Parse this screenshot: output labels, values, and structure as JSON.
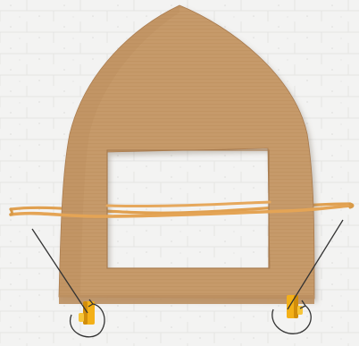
{
  "scene": {
    "description_free": true,
    "colors": {
      "background": "#f2f2f1",
      "wall_texture": "#e3e3e2",
      "cardboard": "#c69a6a",
      "cardboard_dark": "#b5875a",
      "cardboard_edge": "#a87a4e",
      "string": "#e3a454",
      "string_dark": "#c9853a",
      "pegs": "#f3b018",
      "pegs_dark": "#d18d0b",
      "annotation_lines": "#333333"
    },
    "icons": [
      "cardboard-frame",
      "string-loop",
      "yellow-peg-left",
      "yellow-peg-right",
      "annotation-circle-left",
      "annotation-circle-right"
    ]
  }
}
